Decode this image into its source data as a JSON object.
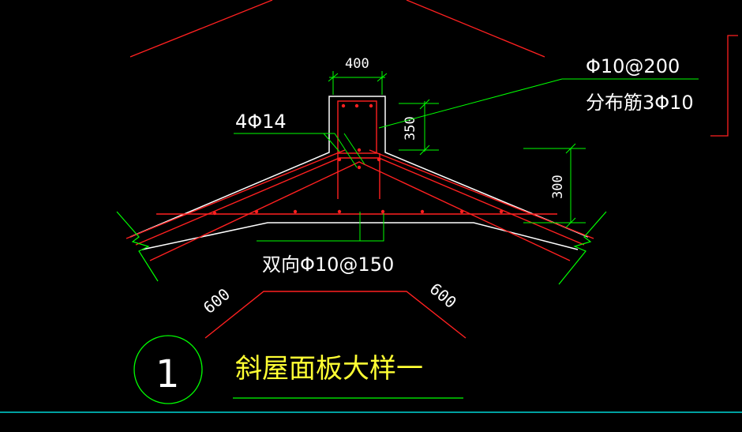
{
  "drawing": {
    "colors": {
      "background": "#000000",
      "outline": "#ffffff",
      "rebar": "#ff2020",
      "dimension": "#00ff00",
      "text": "#ffffff",
      "title": "#ffff33",
      "frame": "#00ffff"
    },
    "labels": {
      "ridge_width": "400",
      "ridge_height": "350",
      "slab_thickness": "300",
      "top_rebar": "Φ10@200",
      "distribution_rebar": "分布筋3Φ10",
      "main_rebar": "4Φ14",
      "slab_rebar": "双向Φ10@150",
      "left_length": "600",
      "right_length": "600"
    },
    "title": {
      "number": "1",
      "text": "斜屋面板大样一"
    }
  }
}
